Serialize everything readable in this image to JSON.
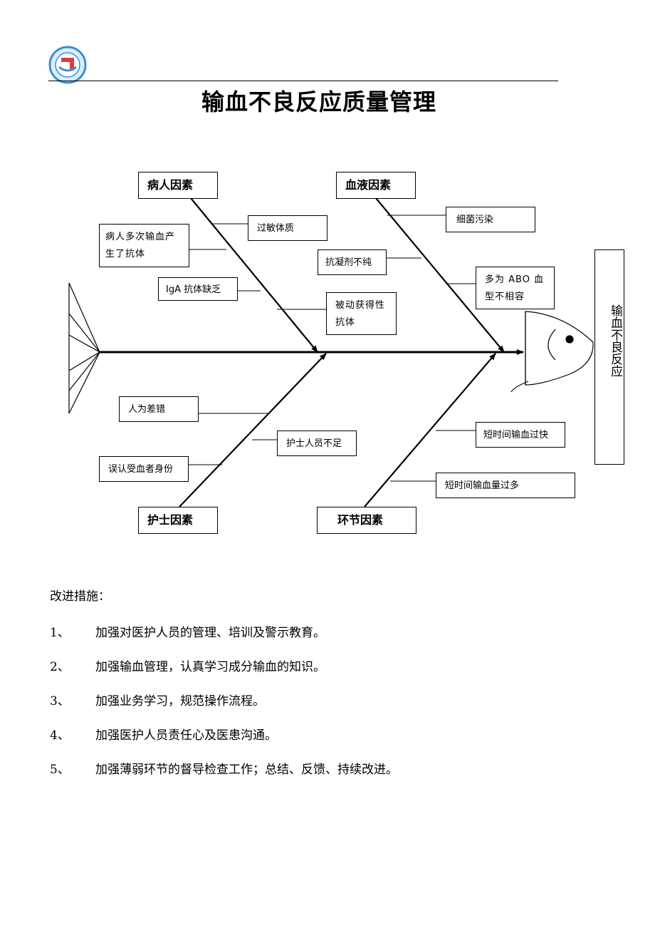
{
  "document": {
    "title": "输血不良反应质量管理"
  },
  "fishbone": {
    "effect": "输血不良反应",
    "categories": {
      "patient": {
        "label": "病人因素",
        "causes": [
          "过敏体质",
          "病人多次输血产生了抗体",
          "IgA 抗体缺乏",
          "被动获得性抗体"
        ]
      },
      "blood": {
        "label": "血液因素",
        "causes": [
          "细菌污染",
          "抗凝剂不纯",
          "多为 ABO 血型不相容"
        ]
      },
      "nurse": {
        "label": "护士因素",
        "causes": [
          "人为差错",
          "护士人员不足",
          "误认受血者身份"
        ]
      },
      "process": {
        "label": "环节因素",
        "causes": [
          "短时间输血过快",
          "短时间输血量过多"
        ]
      }
    }
  },
  "measures": {
    "heading": "改进措施：",
    "items": [
      {
        "num": "1、",
        "text": "加强对医护人员的管理、培训及警示教育。"
      },
      {
        "num": "2、",
        "text": "加强输血管理，认真学习成分输血的知识。"
      },
      {
        "num": "3、",
        "text": "加强业务学习，规范操作流程。"
      },
      {
        "num": "4、",
        "text": "加强医护人员责任心及医患沟通。"
      },
      {
        "num": "5、",
        "text": "加强薄弱环节的督导检查工作；总结、反馈、持续改进。"
      }
    ]
  },
  "colors": {
    "line": "#000000",
    "logo_blue": "#3a8fd0",
    "logo_red": "#e0393e"
  },
  "icons": {
    "logo": "hospital-logo-icon"
  }
}
